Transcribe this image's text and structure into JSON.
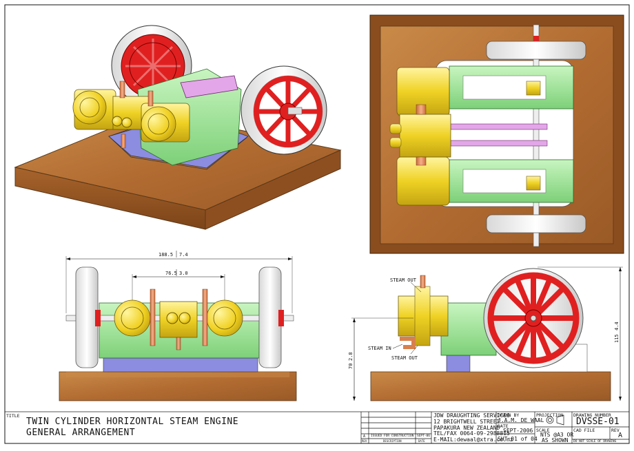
{
  "colors": {
    "wood": "#b8743a",
    "wood_dark": "#8a5224",
    "flywheel_red": "#e02020",
    "flywheel_rim": "#f2f2f2",
    "brass_yellow": "#f2dc2a",
    "frame_green": "#8fe08a",
    "base_blue": "#8c8ce0",
    "linkage_pink": "#e3a6e8",
    "copper": "#e8905a",
    "frame_border": "#5a3818"
  },
  "views": {
    "iso": "isometric-view",
    "plan": "plan-view",
    "front": "front-elevation",
    "side": "side-elevation"
  },
  "dimensions": {
    "overall_width": "188.5",
    "overall_width_in": "7.4",
    "cylinder_centres": "76.5",
    "cylinder_centres_in": "3.0",
    "height": "115",
    "height_in": "4.4",
    "base_height": "70",
    "base_height_in": "2.8"
  },
  "labels": {
    "steam_out_top": "STEAM OUT",
    "steam_in": "STEAM IN",
    "steam_out_bottom": "STEAM OUT"
  },
  "title_block": {
    "title_caption": "TITLE",
    "title_line_1": "TWIN CYLINDER HORIZONTAL STEAM ENGINE",
    "title_line_2": "GENERAL ARRANGEMENT",
    "rev_row_letter": "A",
    "rev_row_description": "ISSUED FOR CONSTRUCTION",
    "rev_row_date": "SEPT-06",
    "rev_header_rev": "REV",
    "rev_header_description": "DESCRIPTION",
    "rev_header_date": "DATE",
    "company_name": "JDW DRAUGHTING SERVICES",
    "address_1": "12 BRIGHTWELL STREET",
    "address_2": "PAPAKURA NEW ZEALAND",
    "telfax": "TEL/FAX 0064-09-2988815",
    "email": "E-MAIL:dewaal@xtra.co.nz",
    "drawn_by_caption": "DRAWN BY",
    "drawn_by": "J.A.M. DE WAAL",
    "date_caption": "DATE",
    "date": "SEPT-2006",
    "sheet": "SHT:01 of 04",
    "projection_caption": "PROJECTION",
    "scale_caption": "SCALE",
    "scale_1": "NTS @A3 OR",
    "scale_2": "AS SHOWN",
    "drawing_number_caption": "DRAWING NUMBER",
    "drawing_number": "DVSSE-01",
    "cad_file_caption": "CAD FILE",
    "rev_caption": "REV",
    "rev": "A",
    "footer_note": "DO NOT SCALE OF DRAWING"
  }
}
